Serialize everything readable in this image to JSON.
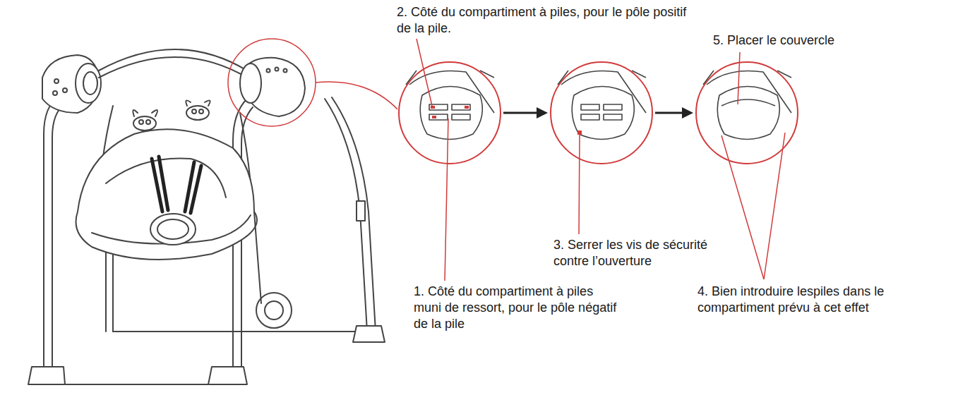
{
  "diagram": {
    "labels": [
      "2. Côté du compartiment à piles, pour le pôle positif de la pile.",
      "5. Placer le couvercle",
      "3. Serrer les vis de sécurité contre l’ouverture",
      "1. Côté du compartiment à piles muni de ressort, pour le pôle négatif de la pile",
      "4. Bien introduire lespiles dans le compartiment prévu à cet effet"
    ]
  }
}
